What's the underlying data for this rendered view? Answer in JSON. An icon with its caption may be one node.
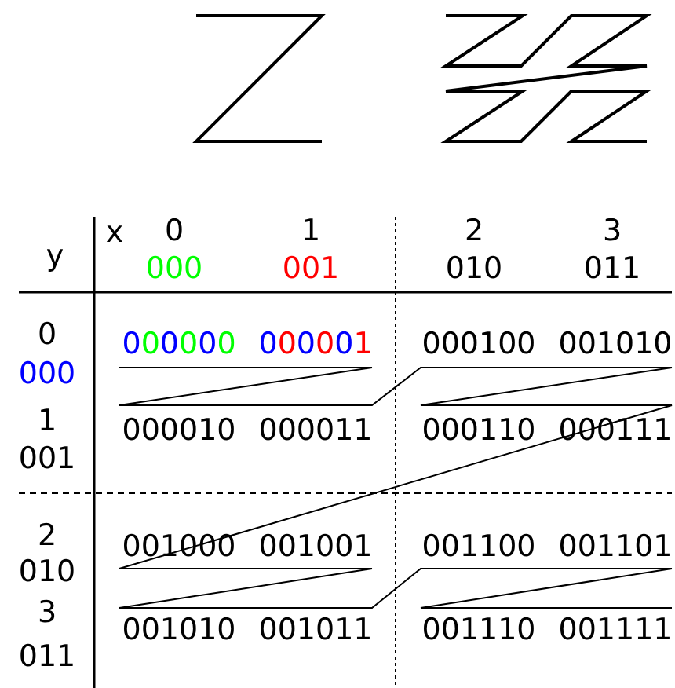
{
  "diagram": {
    "labels": [
      "x",
      "0",
      "1",
      "2",
      "3",
      "y",
      "000",
      "001",
      "010",
      "011",
      "0",
      "000",
      "000000",
      "000001",
      "000100",
      "001010",
      "1",
      "001",
      "000010",
      "000011",
      "000110",
      "000111",
      "2",
      "010",
      "001000",
      "001001",
      "001100",
      "001101",
      "3",
      "011",
      "001010",
      "001011",
      "001110",
      "001111"
    ]
  }
}
